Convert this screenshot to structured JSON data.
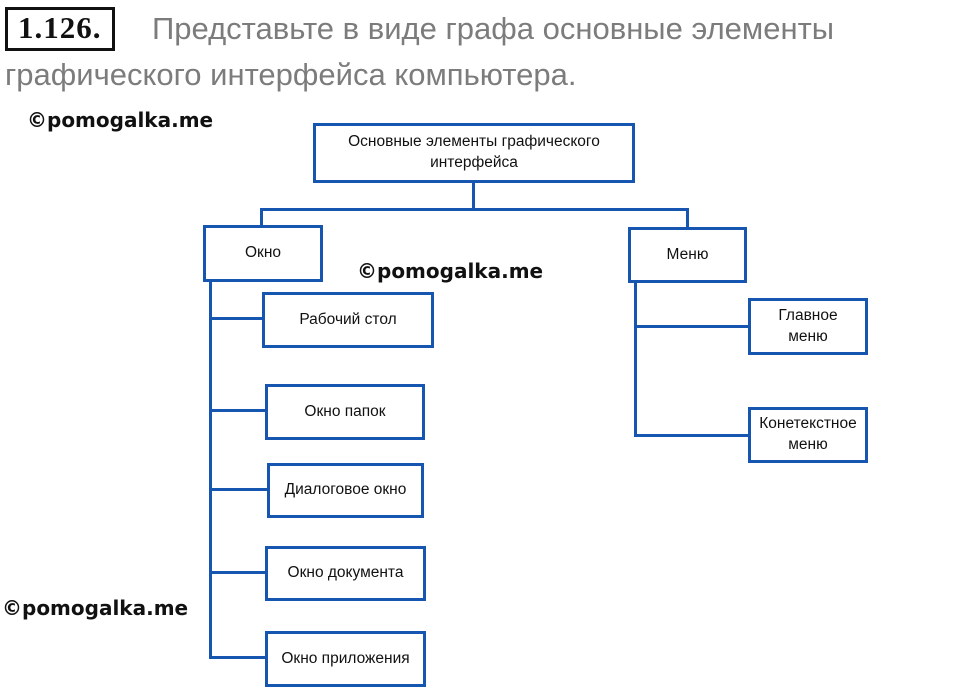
{
  "header": {
    "task_number": "1.126.",
    "line1": "Представьте в виде графа основные элементы",
    "line2": "графического интерфейса компьютера."
  },
  "watermarks": [
    "©pomogalka.me",
    "©pomogalka.me",
    "©pomogalka.me"
  ],
  "colors": {
    "accent_blue": "#1656b0",
    "heading_gray": "#7c7c7c",
    "text_black": "#111111",
    "background": "#ffffff"
  },
  "diagram": {
    "root_label": "Основные элементы графического интерфейса",
    "branches": [
      {
        "label": "Окно",
        "children": [
          "Рабочий стол",
          "Окно папок",
          "Диалоговое окно",
          "Окно документа",
          "Окно приложения"
        ]
      },
      {
        "label": "Меню",
        "children": [
          "Главное меню",
          "Конетекстное меню"
        ]
      }
    ]
  }
}
